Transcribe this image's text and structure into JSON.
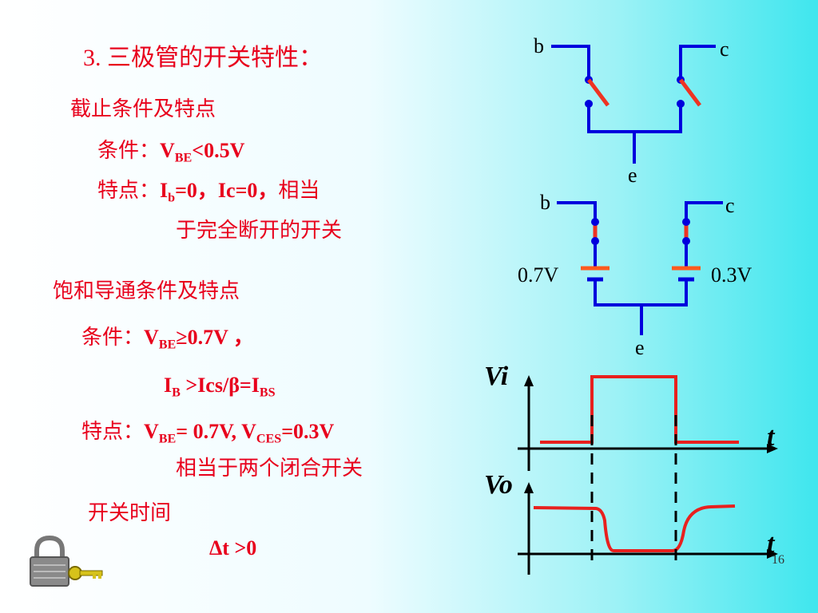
{
  "title": "3.  三极管的开关特性：",
  "cutoff": {
    "heading": "截止条件及特点",
    "cond_prefix": "条件：",
    "cond_v": "V",
    "cond_sub": "BE",
    "cond_rest": "<0.5V",
    "feat_prefix": "特点：",
    "feat_i": "I",
    "feat_isub": "b",
    "feat_rest": "=0，Ic=0，",
    "feat_tail": "相当",
    "feat_line2": "于完全断开的开关"
  },
  "saturation": {
    "heading": "饱和导通条件及特点",
    "cond_prefix": "条件：",
    "cond_v": "V",
    "cond_sub": "BE",
    "cond_rest": "≥0.7V ，",
    "ib": "I",
    "ib_sub": "B",
    "ib_rest": " >Ics/β=I",
    "ib_sub2": "BS",
    "feat_prefix": "特点：",
    "feat_v": "V",
    "feat_sub": "BE",
    "feat_mid": "= 0.7V, V",
    "feat_sub2": "CES",
    "feat_rest": "=0.3V",
    "feat_line2": "相当于两个闭合开关",
    "time_heading": "开关时间",
    "time_value": "Δt >0"
  },
  "diagram_top": {
    "b": "b",
    "c": "c",
    "e": "e"
  },
  "diagram_mid": {
    "b": "b",
    "c": "c",
    "e": "e",
    "v_left": "0.7V",
    "v_right": "0.3V"
  },
  "waveform": {
    "vi": "Vi",
    "vo": "Vo",
    "t1": "t",
    "t2": "t"
  },
  "page_number": "16",
  "icon": "padlock-with-key-icon",
  "colors": {
    "text_red": "#e8001c",
    "wire_blue": "#0000dd",
    "switch_red": "#ee3322",
    "battery_orange": "#ff5a1e"
  }
}
